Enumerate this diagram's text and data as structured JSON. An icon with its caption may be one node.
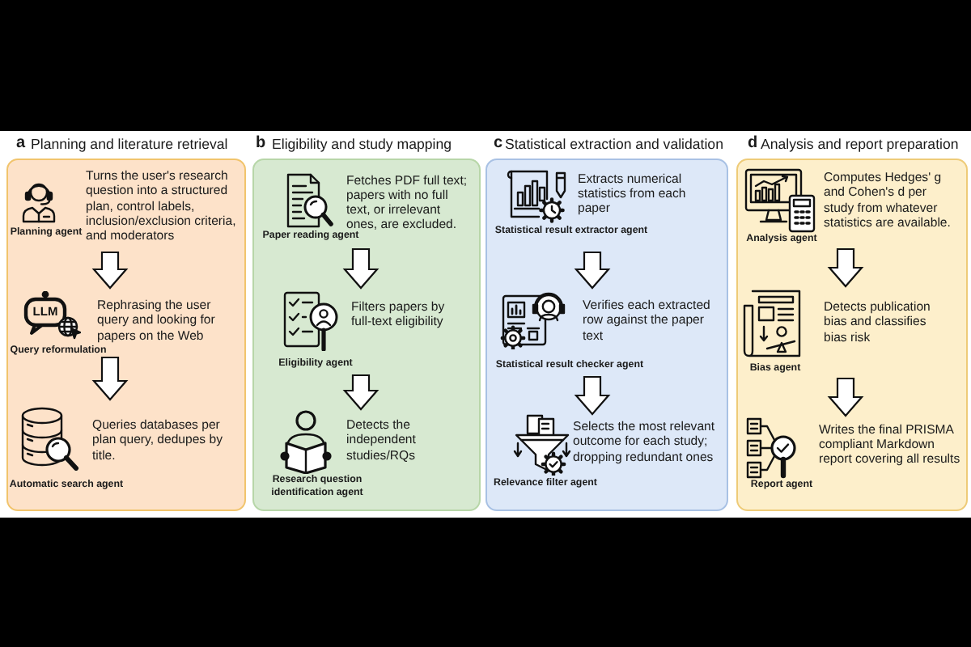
{
  "diagram": {
    "nodes": [
      {
        "text": [
          "a",
          "Planning and literature retrieval"
        ]
      },
      {
        "text": [
          "Planning agent",
          "Turns the user's research question into a structured plan, control labels, inclusion/exclusion criteria, and moderators"
        ],
        "in": 0
      },
      {
        "text": [
          "Rephrasing the user query and looking for papers on the Web",
          "Query reformulation"
        ],
        "in": 0
      },
      {
        "text": [
          "Queries databases per plan query, dedupes by title.",
          "Automatic search agent"
        ],
        "in": 0
      },
      {
        "text": [
          "b",
          "Eligibility and study mapping"
        ]
      },
      {
        "text": [
          "Fetches PDF full text; papers with no full text, or irrelevant ones, are excluded.",
          "Paper reading agent"
        ],
        "in": 4
      },
      {
        "text": [
          "Filters papers by full-text eligibility",
          "Eligibility agent"
        ],
        "in": 4
      },
      {
        "text": [
          "Detects the independent studies/RQs",
          "Research question identification agent"
        ],
        "in": 4
      },
      {
        "text": [
          "c",
          "Statistical extraction and validation"
        ]
      },
      {
        "text": [
          "Extracts numerical statistics from each paper",
          "Statistical result extractor agent"
        ],
        "in": 8
      },
      {
        "text": [
          "Verifies each extracted row against the paper text",
          "Statistical result checker agent"
        ],
        "in": 8
      },
      {
        "text": [
          "Selects the most relevant outcome for each study; dropping redundant ones",
          "Relevance filter agent"
        ],
        "in": 8
      },
      {
        "text": [
          "d",
          "Analysis and report preparation"
        ]
      },
      {
        "text": [
          "Computes Hedges' g and Cohen's d per study from whatever statistics are available.",
          "Analysis agent"
        ],
        "in": 12
      },
      {
        "text": [
          "Detects publication bias and classifies bias risk",
          "Bias agent"
        ],
        "in": 12
      },
      {
        "text": [
          "Writes the final PRISMA compliant Markdown report covering all results",
          "Report agent"
        ],
        "in": 12
      }
    ],
    "edges": [
      {
        "from": 1,
        "to": 2,
        "arrow": "to"
      },
      {
        "from": 2,
        "to": 3,
        "arrow": "to"
      },
      {
        "from": 5,
        "to": 6,
        "arrow": "to"
      },
      {
        "from": 6,
        "to": 7,
        "arrow": "to"
      },
      {
        "from": 9,
        "to": 10,
        "arrow": "to"
      },
      {
        "from": 10,
        "to": 11,
        "arrow": "to"
      },
      {
        "from": 13,
        "to": 14,
        "arrow": "to"
      },
      {
        "from": 14,
        "to": 15,
        "arrow": "to"
      }
    ],
    "labels": [
      "LLM"
    ]
  }
}
